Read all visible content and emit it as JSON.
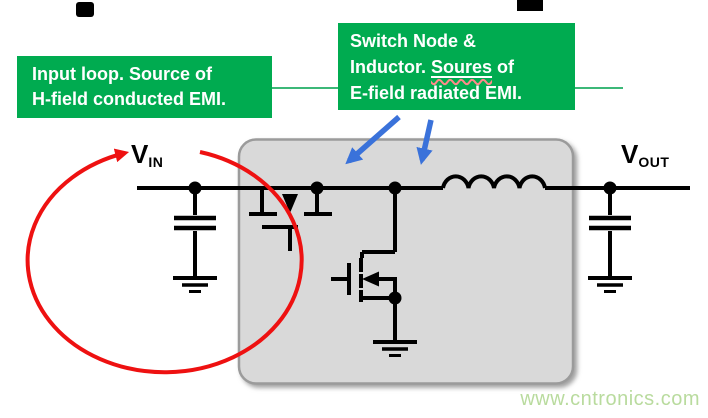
{
  "callout1": {
    "line1": "Input loop. Source of",
    "line2": "H-field conducted EMI."
  },
  "callout2": {
    "line1": "Switch Node &",
    "line2_pre": "Inductor. ",
    "line2_underlined": "Soures",
    "line2_post": " of",
    "line3": "E-field radiated EMI."
  },
  "labels": {
    "vin_main": "V",
    "vin_sub": "IN",
    "vout_main": "V",
    "vout_sub": "OUT"
  },
  "watermark": "www.cntronics.com",
  "icons": {
    "input_loop": "red-ellipse-loop-arrow",
    "switch_node_pointer": "blue-arrow",
    "inductor_pointer": "blue-arrow"
  },
  "colors": {
    "callout_green": "#00ab50",
    "connector_green": "#3cb878",
    "arrow_blue": "#3a72da",
    "loop_red": "#ee1111",
    "box_fill": "#d9d9d9",
    "box_border": "#9b9b9b",
    "wire_black": "#000000",
    "watermark_green": "#b9db9e"
  }
}
